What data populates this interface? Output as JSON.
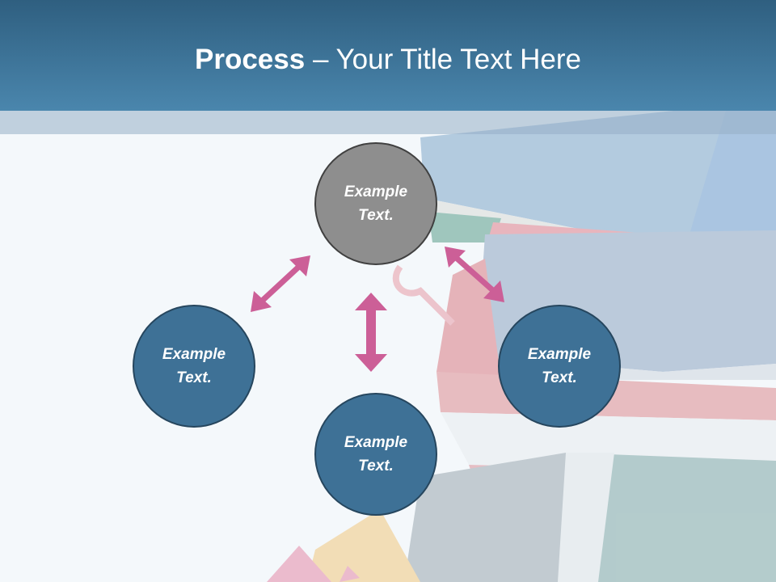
{
  "slide": {
    "title_bold": "Process",
    "title_rest": " – Your Title Text Here"
  },
  "nodes": {
    "top": {
      "line1": "Example",
      "line2": "Text."
    },
    "left": {
      "line1": "Example",
      "line2": "Text."
    },
    "right": {
      "line1": "Example",
      "line2": "Text."
    },
    "bottom": {
      "line1": "Example",
      "line2": "Text."
    }
  },
  "colors": {
    "header": "#3a6e93",
    "circle_blue": "#3e7196",
    "circle_gray": "#8e8e8e",
    "arrow": "#cc5f97"
  }
}
